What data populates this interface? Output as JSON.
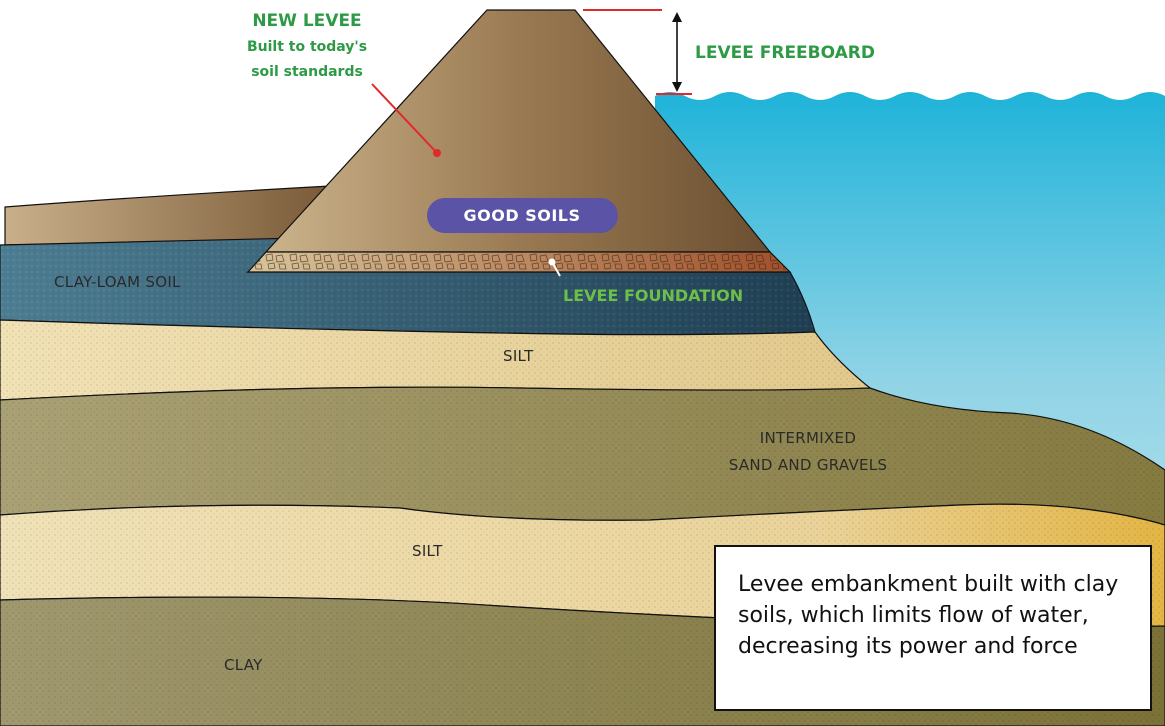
{
  "labels": {
    "new_levee_title": "NEW LEVEE",
    "new_levee_sub1": "Built to today's",
    "new_levee_sub2": "soil standards",
    "freeboard": "LEVEE FREEBOARD",
    "good_soils": "GOOD SOILS",
    "foundation": "LEVEE FOUNDATION",
    "clay_loam": "CLAY-LOAM SOIL",
    "silt_upper": "SILT",
    "intermixed_line1": "INTERMIXED",
    "intermixed_line2": "SAND AND GRAVELS",
    "silt_lower": "SILT",
    "clay": "CLAY"
  },
  "caption": "Levee embankment built with clay soils, which limits flow of water, decreasing its power and force",
  "colors": {
    "water_top": "#1fb3d9",
    "water_bottom": "#cdebf0",
    "levee_light": "#c9b08a",
    "levee_dark": "#6e5233",
    "clay_loam": "#3f6e86",
    "silt": "#ecd9a6",
    "sand_gravel": "#a89e70",
    "clay": "#9a926a",
    "accent_green": "#2e9a46",
    "freeboard_line": "#e02a2a",
    "good_soils_pill": "#5b53a6"
  }
}
